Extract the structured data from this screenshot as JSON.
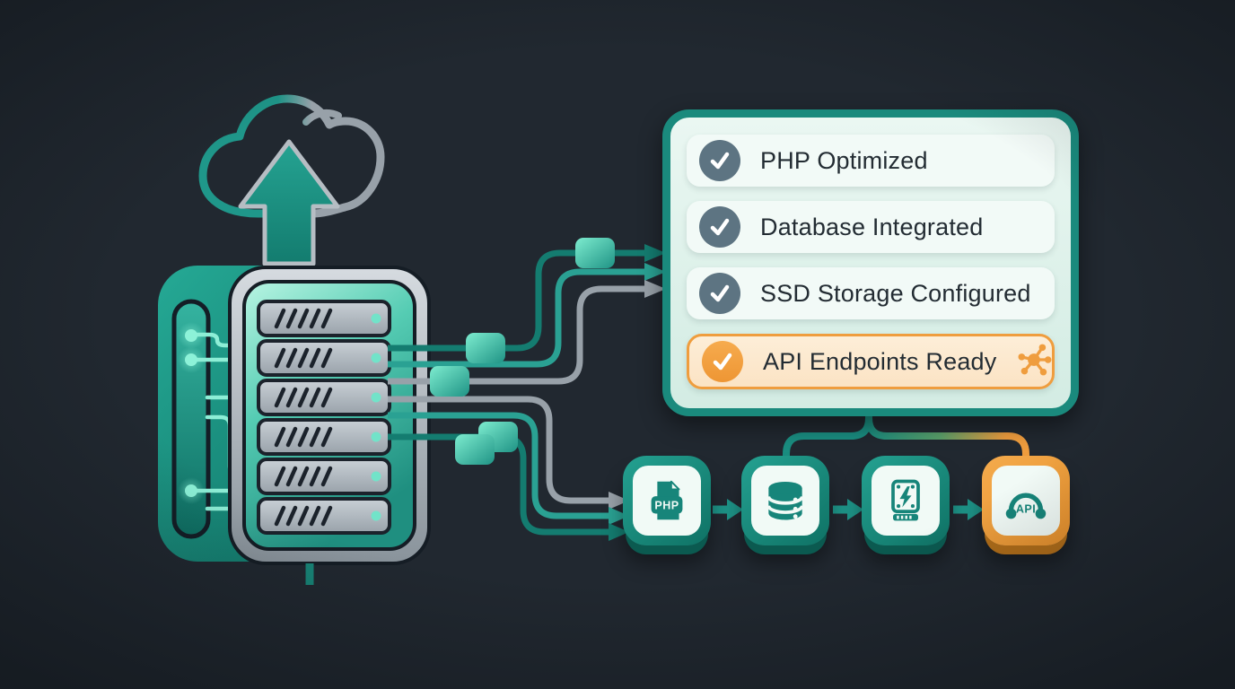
{
  "colors": {
    "background": "#212830",
    "teal": "#2aa193",
    "teal_dark": "#147c70",
    "teal_deep": "#0b5a50",
    "mint": "#8deed6",
    "gray_line": "#98a1a9",
    "chassis_gray": "#c9cfd6",
    "orange": "#ef9d3e",
    "orange_light": "#fbe3c4",
    "panel_border": "#1a8a7d",
    "panel_bg": "#eaf7f2",
    "row_bg": "#f2faf7",
    "check_circle_gray": "#5d7482",
    "text_dark": "#232c33"
  },
  "cloud": {
    "icon": "cloud-upload-icon"
  },
  "server": {
    "rack_units": 6,
    "indicator_dots": 3
  },
  "checklist": {
    "items": [
      {
        "label": "PHP Optimized",
        "checked": true,
        "accent": "teal"
      },
      {
        "label": "Database Integrated",
        "checked": true,
        "accent": "teal"
      },
      {
        "label": "SSD Storage Configured",
        "checked": true,
        "accent": "teal"
      },
      {
        "label": "API Endpoints Ready",
        "checked": true,
        "accent": "orange",
        "trailing_icon": "network-hub-icon"
      }
    ]
  },
  "pipeline": {
    "steps": [
      {
        "id": "php",
        "icon": "php-file-icon",
        "icon_label": "PHP",
        "accent": "teal"
      },
      {
        "id": "database",
        "icon": "database-icon",
        "accent": "teal"
      },
      {
        "id": "ssd",
        "icon": "ssd-bolt-icon",
        "accent": "teal"
      },
      {
        "id": "api",
        "icon": "api-gauge-icon",
        "icon_label": "API",
        "accent": "orange"
      }
    ]
  }
}
